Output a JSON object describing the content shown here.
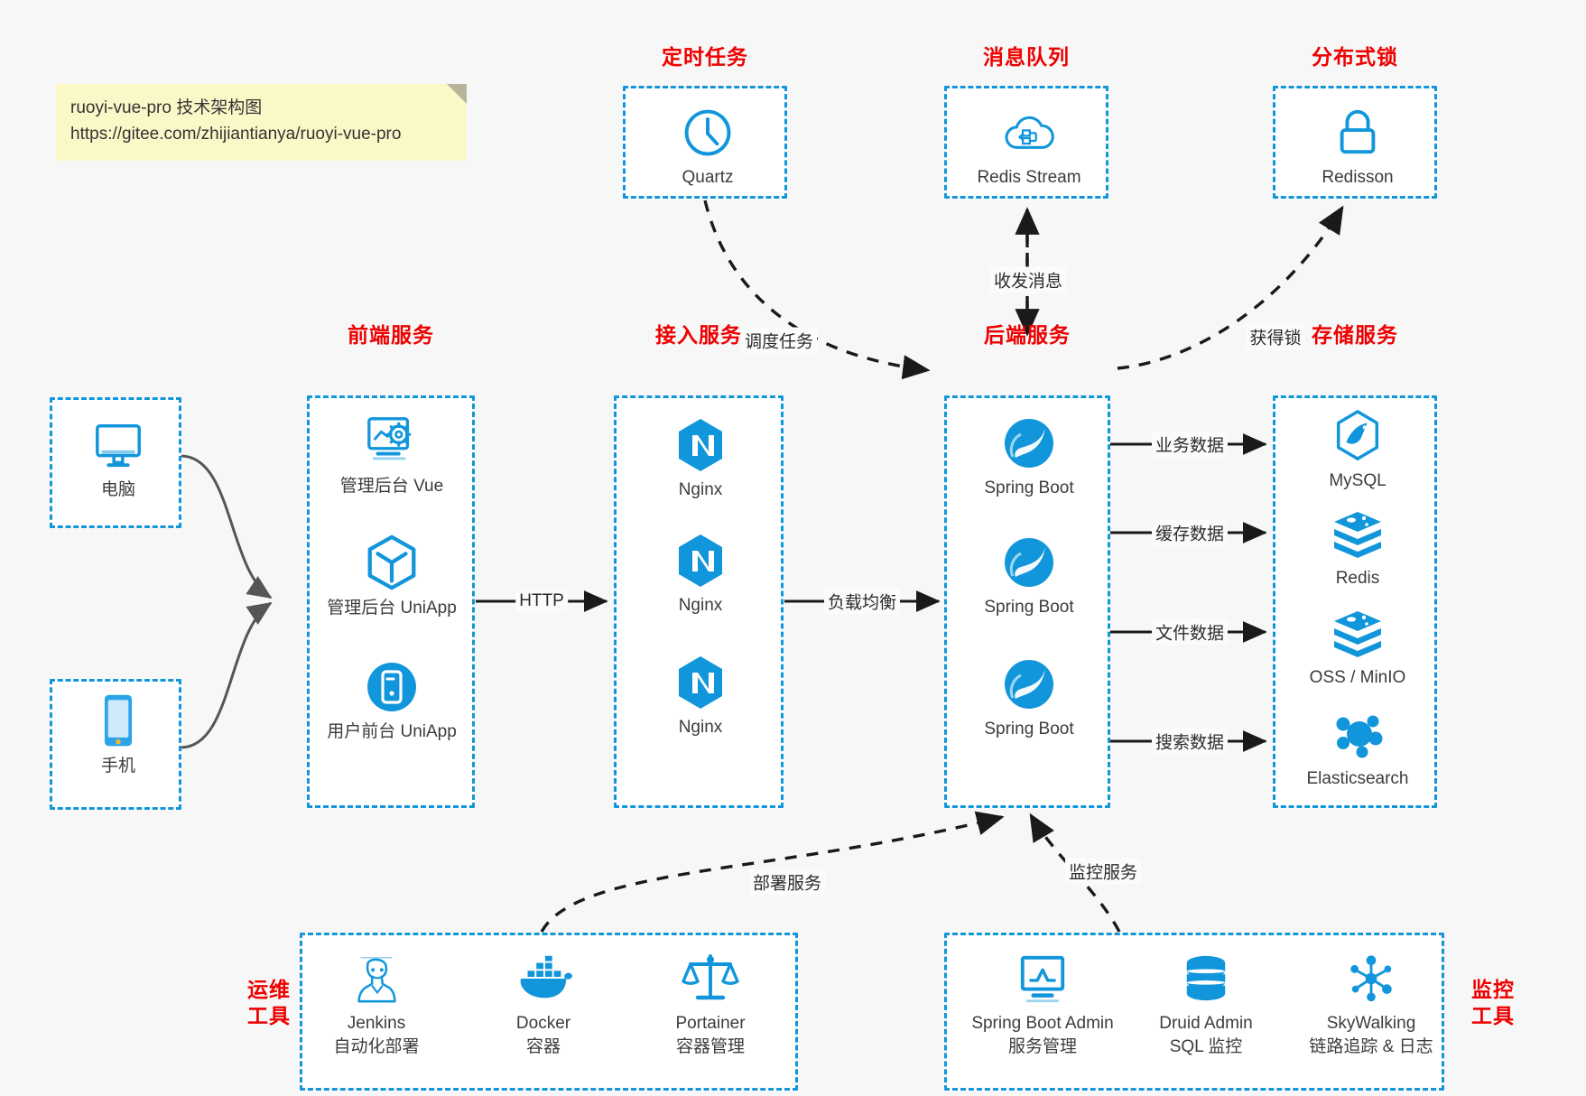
{
  "note": {
    "line1": "ruoyi-vue-pro 技术架构图",
    "line2": "https://gitee.com/zhijiantianya/ruoyi-vue-pro"
  },
  "colors": {
    "accent": "#1296db",
    "title_red": "#ee0000",
    "background": "#f7f7f7",
    "note_bg": "#fbf8c8",
    "arrow_solid": "#1a1a1a",
    "arrow_curve": "#4d4d4d"
  },
  "sections": {
    "scheduler": {
      "title": "定时任务",
      "items": [
        {
          "icon": "clock-icon",
          "label": "Quartz"
        }
      ]
    },
    "mq": {
      "title": "消息队列",
      "items": [
        {
          "icon": "cloud-stream-icon",
          "label": "Redis Stream"
        }
      ]
    },
    "lock": {
      "title": "分布式锁",
      "items": [
        {
          "icon": "lock-icon",
          "label": "Redisson"
        }
      ]
    },
    "clients": {
      "items": [
        {
          "icon": "desktop-icon",
          "label": "电脑"
        },
        {
          "icon": "mobile-icon",
          "label": "手机"
        }
      ]
    },
    "frontend": {
      "title": "前端服务",
      "items": [
        {
          "icon": "dashboard-gear-icon",
          "label": "管理后台 Vue"
        },
        {
          "icon": "vue-cube-icon",
          "label": "管理后台 UniApp"
        },
        {
          "icon": "app-circle-icon",
          "label": "用户前台 UniApp"
        }
      ]
    },
    "gateway": {
      "title": "接入服务",
      "items": [
        {
          "icon": "nginx-icon",
          "label": "Nginx"
        },
        {
          "icon": "nginx-icon",
          "label": "Nginx"
        },
        {
          "icon": "nginx-icon",
          "label": "Nginx"
        }
      ]
    },
    "backend": {
      "title": "后端服务",
      "items": [
        {
          "icon": "spring-boot-icon",
          "label": "Spring Boot"
        },
        {
          "icon": "spring-boot-icon",
          "label": "Spring Boot"
        },
        {
          "icon": "spring-boot-icon",
          "label": "Spring Boot"
        }
      ]
    },
    "storage": {
      "title": "存储服务",
      "items": [
        {
          "icon": "mysql-icon",
          "label": "MySQL"
        },
        {
          "icon": "redis-icon",
          "label": "Redis"
        },
        {
          "icon": "oss-icon",
          "label": "OSS / MinIO"
        },
        {
          "icon": "elasticsearch-icon",
          "label": "Elasticsearch"
        }
      ]
    },
    "devops": {
      "title_line1": "运维",
      "title_line2": "工具",
      "items": [
        {
          "icon": "jenkins-icon",
          "label": "Jenkins",
          "sublabel": "自动化部署"
        },
        {
          "icon": "docker-icon",
          "label": "Docker",
          "sublabel": "容器"
        },
        {
          "icon": "portainer-icon",
          "label": "Portainer",
          "sublabel": "容器管理"
        }
      ]
    },
    "monitoring": {
      "title_line1": "监控",
      "title_line2": "工具",
      "items": [
        {
          "icon": "monitor-chart-icon",
          "label": "Spring Boot Admin",
          "sublabel": "服务管理"
        },
        {
          "icon": "database-icon",
          "label": "Druid Admin",
          "sublabel": "SQL 监控"
        },
        {
          "icon": "skywalking-icon",
          "label": "SkyWalking",
          "sublabel": "链路追踪 & 日志"
        }
      ]
    }
  },
  "edges": [
    {
      "id": "http",
      "label": "HTTP",
      "from": "frontend",
      "to": "gateway"
    },
    {
      "id": "lb",
      "label": "负载均衡",
      "from": "gateway",
      "to": "backend"
    },
    {
      "id": "biz-data",
      "label": "业务数据",
      "from": "backend",
      "to": "mysql"
    },
    {
      "id": "cache-data",
      "label": "缓存数据",
      "from": "backend",
      "to": "redis"
    },
    {
      "id": "file-data",
      "label": "文件数据",
      "from": "backend",
      "to": "oss"
    },
    {
      "id": "search-data",
      "label": "搜索数据",
      "from": "backend",
      "to": "elasticsearch"
    },
    {
      "id": "schedule",
      "label": "调度任务",
      "from": "quartz",
      "to": "backend"
    },
    {
      "id": "message",
      "label": "收发消息",
      "from": "backend",
      "to": "redis-stream"
    },
    {
      "id": "get-lock",
      "label": "获得锁",
      "from": "backend",
      "to": "redisson"
    },
    {
      "id": "deploy",
      "label": "部署服务",
      "from": "devops",
      "to": "backend"
    },
    {
      "id": "monitor",
      "label": "监控服务",
      "from": "monitoring",
      "to": "backend"
    }
  ]
}
